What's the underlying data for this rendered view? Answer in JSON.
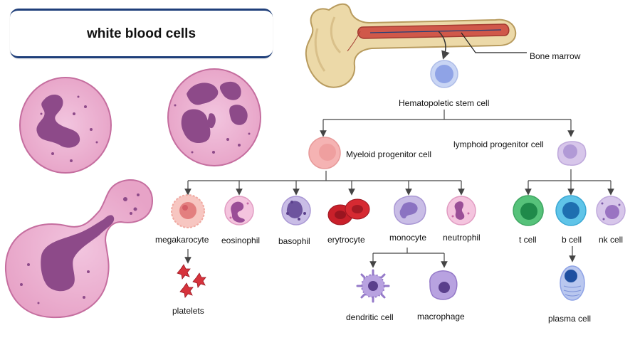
{
  "title": "white blood cells",
  "labels": {
    "bone_marrow": "Bone marrow",
    "stem_cell": "Hematopoletic stem cell",
    "myeloid": "Myeloid progenitor cell",
    "lymphoid": "lymphoid progenitor cell",
    "megakarocyte": "megakarocyte",
    "eosinophil": "eosinophil",
    "basophil": "basophil",
    "erytrocyte": "erytrocyte",
    "monocyte": "monocyte",
    "neutrophil": "neutrophil",
    "t_cell": "t cell",
    "b_cell": "b cell",
    "nk_cell": "nk cell",
    "platelets": "platelets",
    "dendritic": "dendritic cell",
    "macrophage": "macrophage",
    "plasma": "plasma cell"
  }
}
